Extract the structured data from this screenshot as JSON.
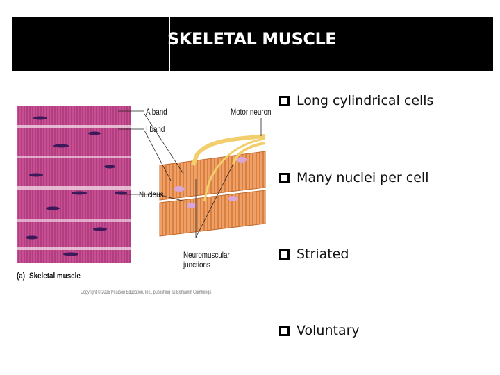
{
  "title": "SKELETAL MUSCLE",
  "figure": {
    "labels": {
      "a_band": "A band",
      "i_band": "I band",
      "nucleus": "Nucleus",
      "motor_neuron": "Motor neuron",
      "neuromuscular_1": "Neuromuscular",
      "neuromuscular_2": "junctions"
    },
    "caption_letter": "(a)",
    "caption_text": "Skeletal muscle",
    "copyright": "Copyright © 2006 Pearson Education, Inc., publishing as Benjamin Cummings"
  },
  "bullets": [
    "Long cylindrical cells",
    "Many nuclei per cell",
    "Striated",
    "Voluntary"
  ],
  "colors": {
    "title_bar": "#000000",
    "micrograph_pink": "#c94f94",
    "fiber_tan": "#e79a58",
    "nerve_yellow": "#f2cf6c"
  }
}
